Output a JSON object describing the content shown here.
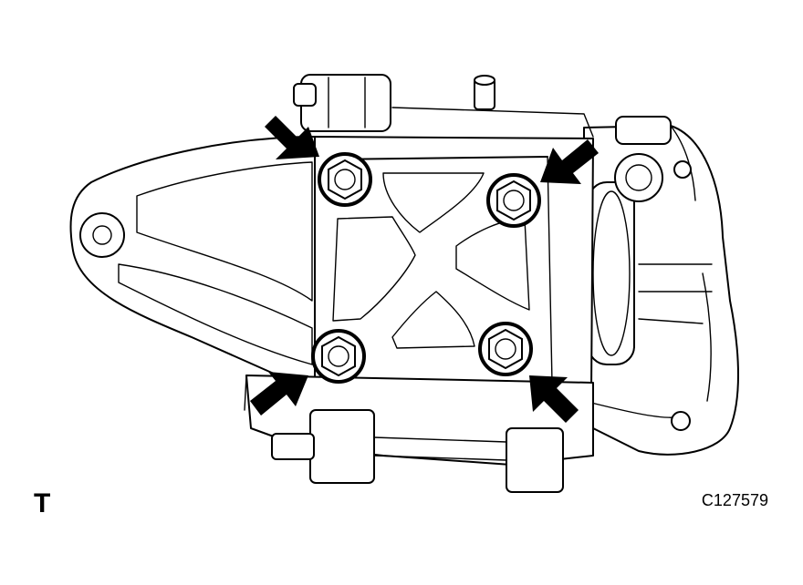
{
  "labels": {
    "view_marker": "T",
    "figure_id": "C127579"
  },
  "colors": {
    "line": "#000000",
    "background": "#ffffff"
  },
  "callouts": {
    "highlighted_bolts": 4,
    "indicator": "arrow-icon"
  }
}
